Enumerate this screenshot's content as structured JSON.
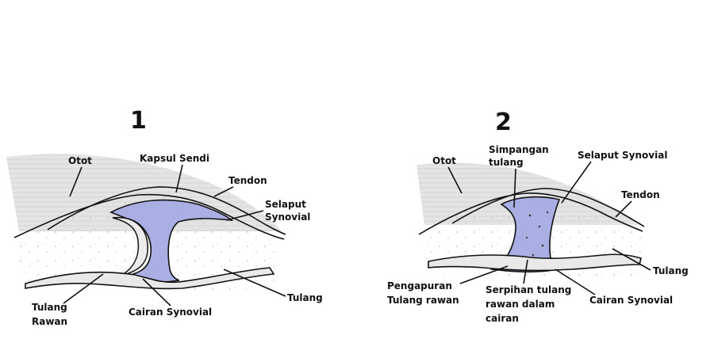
{
  "panel1": {
    "number": "1",
    "labels": {
      "otot": "Otot",
      "kapsul": "Kapsul Sendi",
      "tendon": "Tendon",
      "selaput_1": "Selaput",
      "selaput_2": "Synovial",
      "tulang": "Tulang",
      "tulang_rawan_1": "Tulang",
      "tulang_rawan_2": "Rawan",
      "cairan": "Cairan Synovial"
    }
  },
  "panel2": {
    "number": "2",
    "labels": {
      "otot": "Otot",
      "simpangan_1": "Simpangan",
      "simpangan_2": "tulang",
      "selaput": "Selaput Synovial",
      "tendon": "Tendon",
      "tulang": "Tulang",
      "pengapuran_1": "Pengapuran",
      "pengapuran_2": "Tulang rawan",
      "serpihan_1": "Serpihan tulang",
      "serpihan_2": "rawan dalam",
      "serpihan_3": "cairan",
      "cairan": "Cairan Synovial"
    }
  },
  "colors": {
    "synovial_fluid": "#a9aee3",
    "muscle": "#e4e4e4",
    "cartilage": "#e9e9e9",
    "outline": "#111111"
  }
}
